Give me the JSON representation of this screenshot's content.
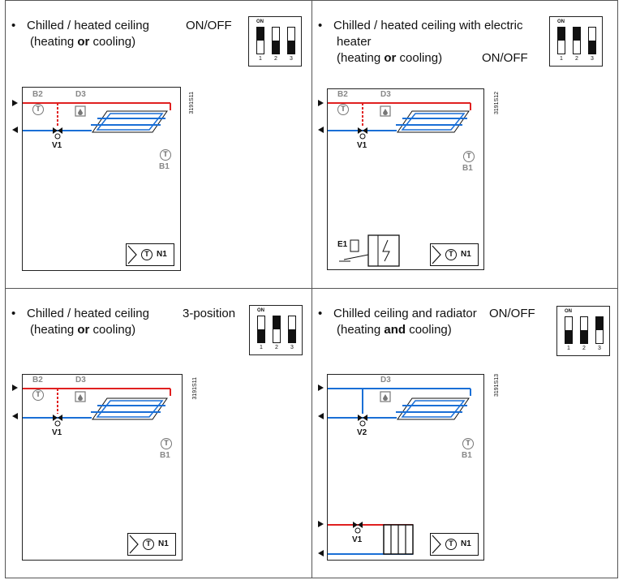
{
  "cells": [
    {
      "description_lines": [
        "Chilled / heated ceiling"
      ],
      "sub_prefix": "(heating ",
      "sub_bold": "or",
      "sub_suffix": " cooling)",
      "mode": "ON/OFF",
      "dip": {
        "on_label": "ON",
        "switches": [
          {
            "num": "1",
            "state": "on"
          },
          {
            "num": "2",
            "state": "off"
          },
          {
            "num": "3",
            "state": "off"
          }
        ]
      },
      "diagram_code": "3191S11",
      "labels": {
        "b2": "B2",
        "d3": "D3",
        "v1": "V1",
        "b1": "B1",
        "n1": "N1"
      }
    },
    {
      "description_lines": [
        "Chilled / heated ceiling with electric",
        "heater"
      ],
      "sub_prefix": "(heating ",
      "sub_bold": "or",
      "sub_suffix": " cooling)",
      "mode": "ON/OFF",
      "dip": {
        "on_label": "ON",
        "switches": [
          {
            "num": "1",
            "state": "on"
          },
          {
            "num": "2",
            "state": "on"
          },
          {
            "num": "3",
            "state": "off"
          }
        ]
      },
      "diagram_code": "3191S12",
      "labels": {
        "b2": "B2",
        "d3": "D3",
        "v1": "V1",
        "b1": "B1",
        "n1": "N1",
        "e1": "E1"
      }
    },
    {
      "description_lines": [
        "Chilled / heated ceiling"
      ],
      "sub_prefix": "(heating ",
      "sub_bold": "or",
      "sub_suffix": " cooling)",
      "mode": "3-position",
      "dip": {
        "on_label": "ON",
        "switches": [
          {
            "num": "1",
            "state": "off"
          },
          {
            "num": "2",
            "state": "on"
          },
          {
            "num": "3",
            "state": "off"
          }
        ]
      },
      "diagram_code": "3191S11",
      "labels": {
        "b2": "B2",
        "d3": "D3",
        "v1": "V1",
        "b1": "B1",
        "n1": "N1"
      }
    },
    {
      "description_lines": [
        "Chilled ceiling and radiator"
      ],
      "sub_prefix": "(heating ",
      "sub_bold": "and",
      "sub_suffix": " cooling)",
      "mode": "ON/OFF",
      "dip": {
        "on_label": "ON",
        "switches": [
          {
            "num": "1",
            "state": "off"
          },
          {
            "num": "2",
            "state": "off"
          },
          {
            "num": "3",
            "state": "on"
          }
        ]
      },
      "diagram_code": "3191S13",
      "labels": {
        "d3": "D3",
        "v2": "V2",
        "b1": "B1",
        "v1": "V1",
        "n1": "N1"
      }
    }
  ],
  "icons": {
    "bullet": "bullet-dot",
    "sensor": "temperature-sensor-icon",
    "dewpoint": "dewpoint-sensor-icon",
    "valve": "valve-icon",
    "controller": "room-controller-icon",
    "heater": "electric-heater-icon",
    "radiator": "radiator-icon"
  },
  "colors": {
    "heating": "#e02020",
    "cooling": "#1a6fd6",
    "frame": "#222222"
  },
  "sensor_glyph": "T"
}
